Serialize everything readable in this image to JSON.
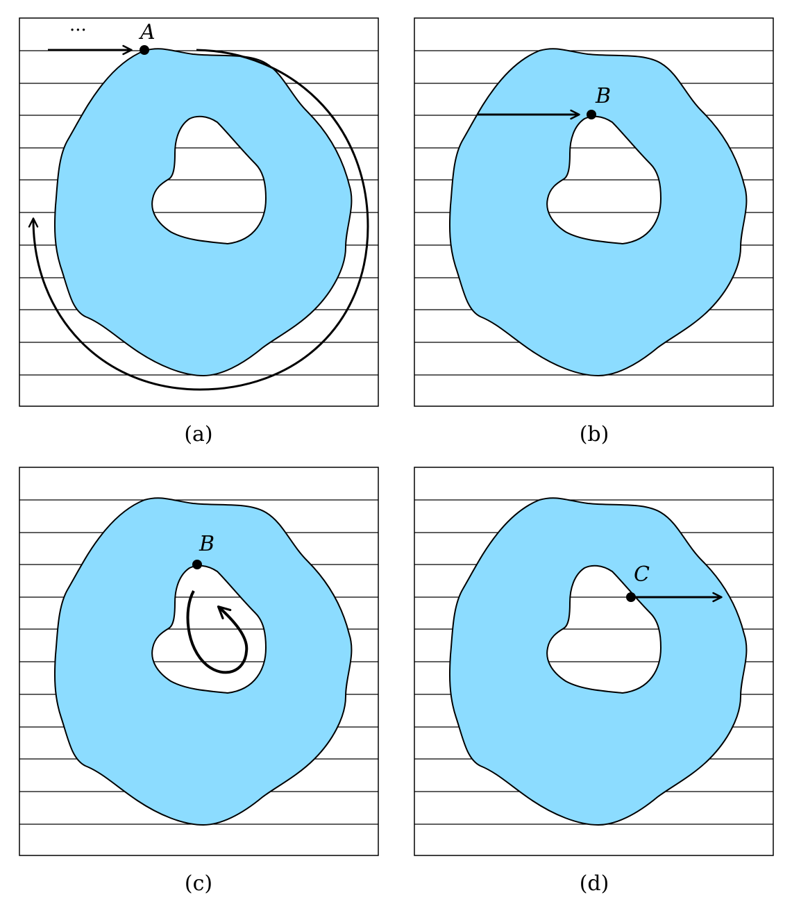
{
  "colors": {
    "region_fill": "#8cdcff",
    "stroke": "#000000",
    "background": "#ffffff"
  },
  "panels": [
    {
      "caption": "(a)",
      "point_label": "A",
      "ellipsis": "···"
    },
    {
      "caption": "(b)",
      "point_label": "B"
    },
    {
      "caption": "(c)",
      "point_label": "B"
    },
    {
      "caption": "(d)",
      "point_label": "C"
    }
  ]
}
